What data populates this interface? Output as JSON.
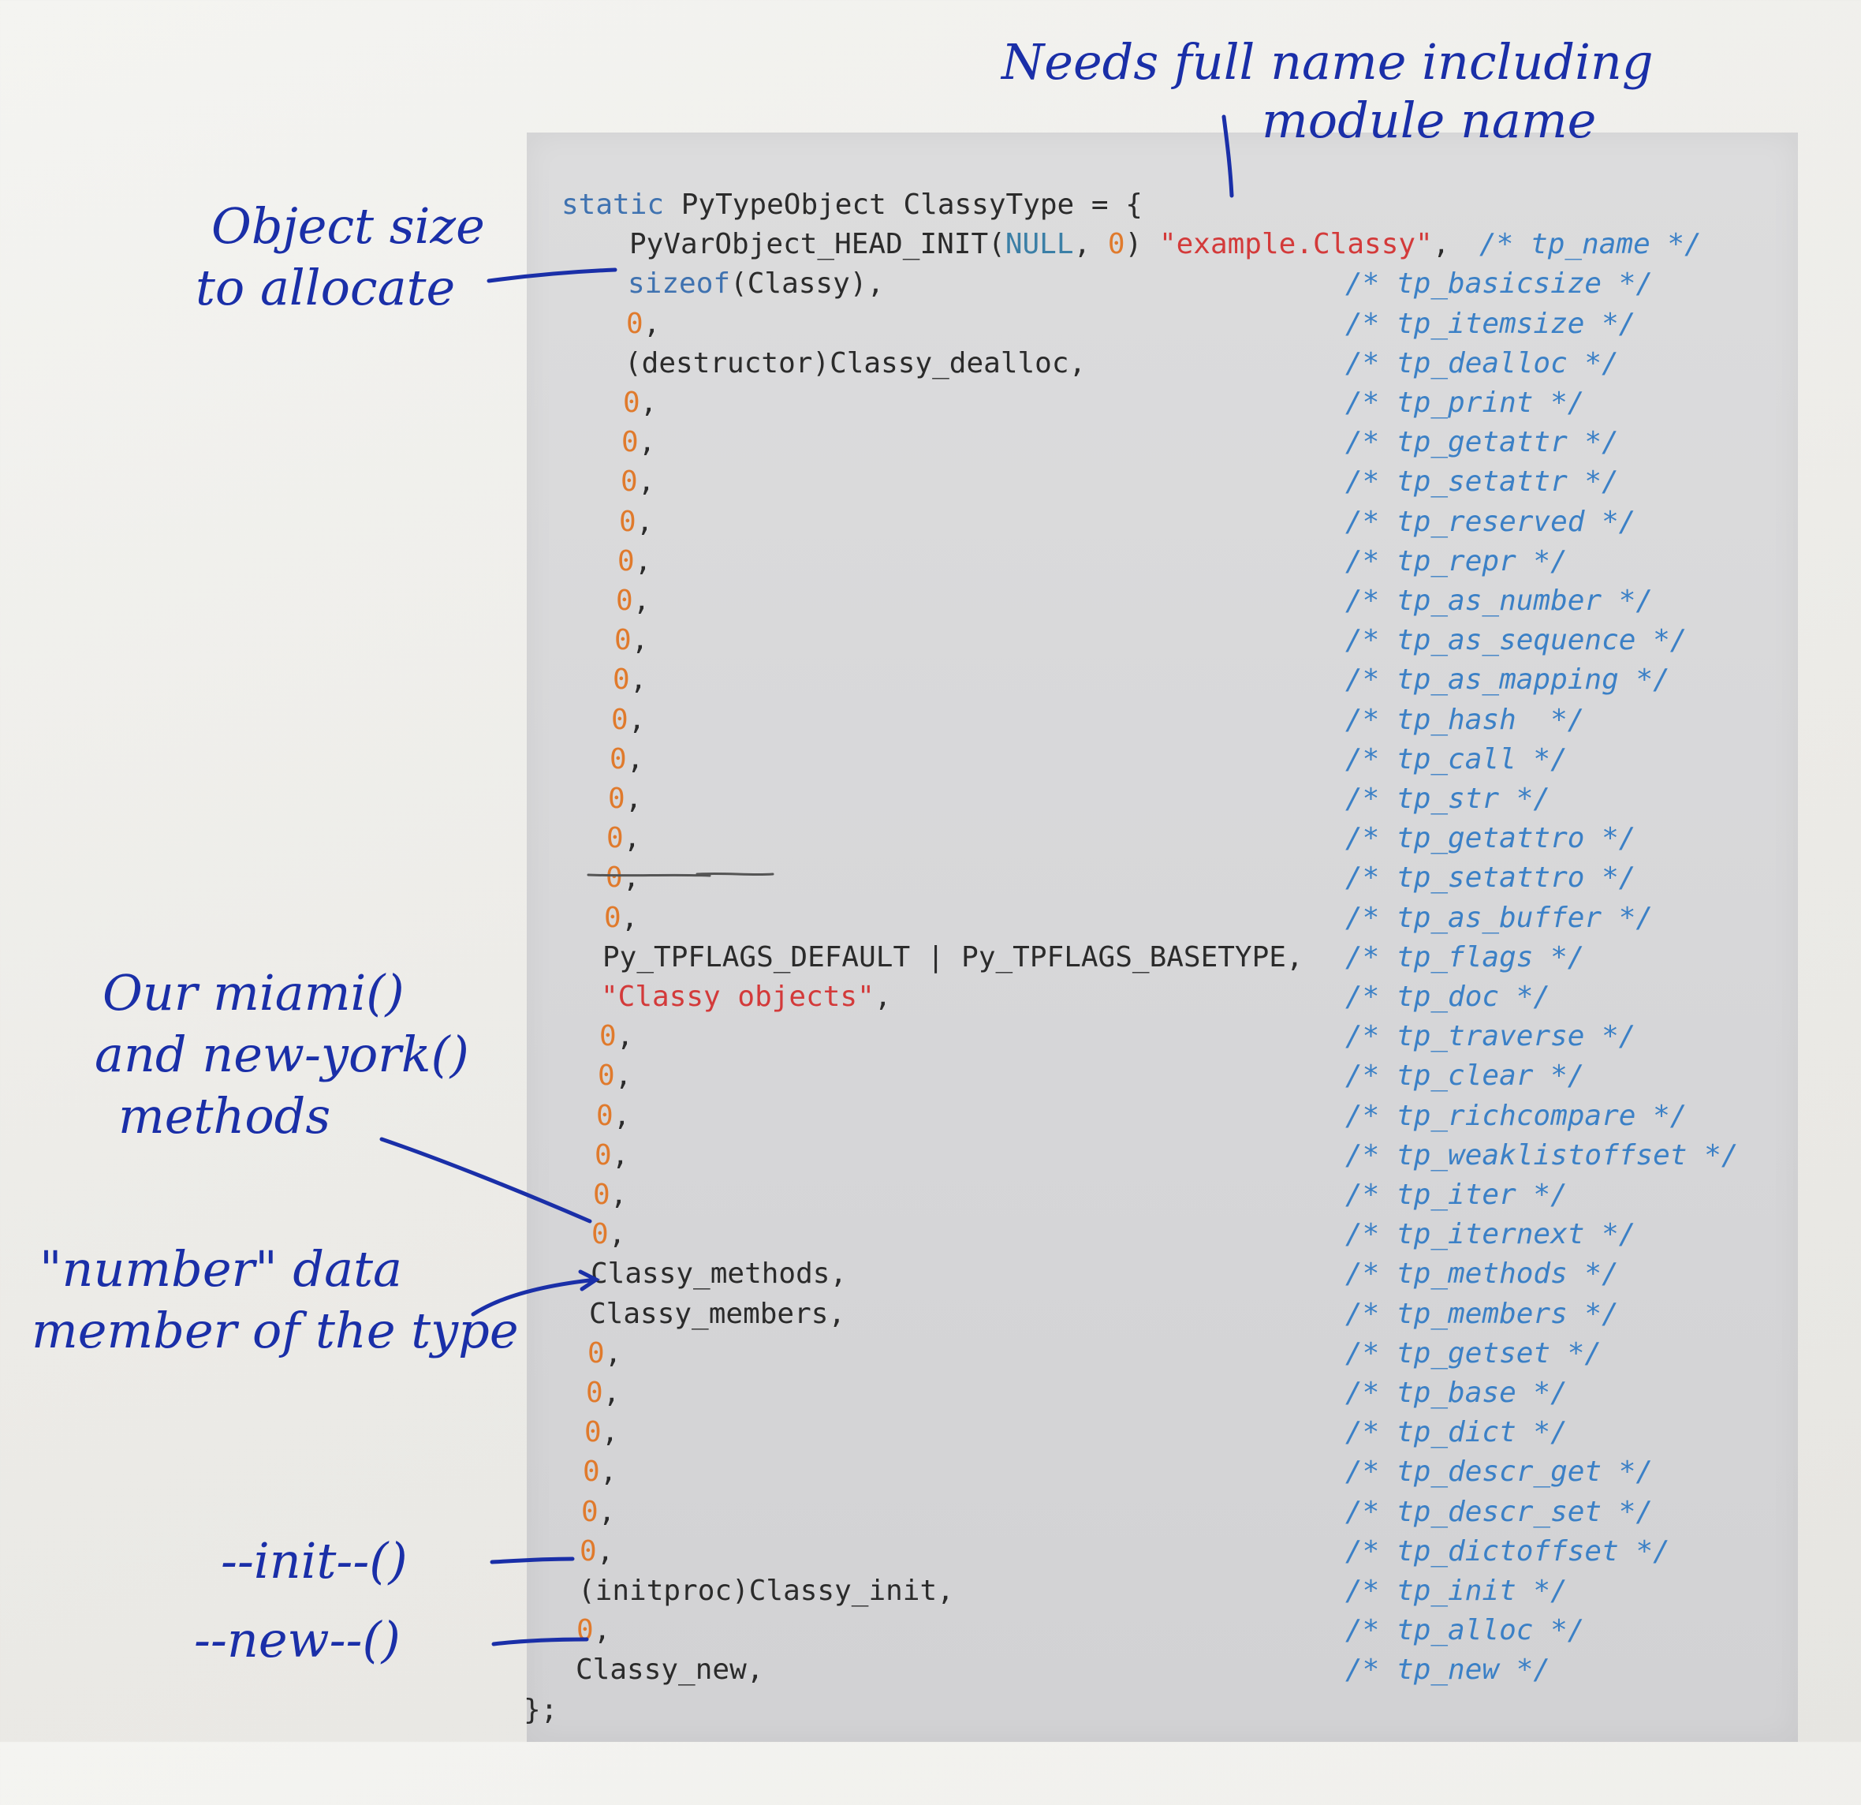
{
  "code": {
    "header": "static PyTypeObject ClassyType = {",
    "footer": "};",
    "rows": [
      {
        "text": "PyVarObject_HEAD_INIT(NULL, 0) \"example.Classy\",",
        "comment": "/* tp_name */"
      },
      {
        "text": "sizeof(Classy),",
        "comment": "/* tp_basicsize */"
      },
      {
        "text": "0,",
        "comment": "/* tp_itemsize */"
      },
      {
        "text": "(destructor)Classy_dealloc,",
        "comment": "/* tp_dealloc */"
      },
      {
        "text": "0,",
        "comment": "/* tp_print */"
      },
      {
        "text": "0,",
        "comment": "/* tp_getattr */"
      },
      {
        "text": "0,",
        "comment": "/* tp_setattr */"
      },
      {
        "text": "0,",
        "comment": "/* tp_reserved */"
      },
      {
        "text": "0,",
        "comment": "/* tp_repr */"
      },
      {
        "text": "0,",
        "comment": "/* tp_as_number */"
      },
      {
        "text": "0,",
        "comment": "/* tp_as_sequence */"
      },
      {
        "text": "0,",
        "comment": "/* tp_as_mapping */"
      },
      {
        "text": "0,",
        "comment": "/* tp_hash  */"
      },
      {
        "text": "0,",
        "comment": "/* tp_call */"
      },
      {
        "text": "0,",
        "comment": "/* tp_str */"
      },
      {
        "text": "0,",
        "comment": "/* tp_getattro */"
      },
      {
        "text": "0,",
        "comment": "/* tp_setattro */"
      },
      {
        "text": "0,",
        "comment": "/* tp_as_buffer */"
      },
      {
        "text": "Py_TPFLAGS_DEFAULT | Py_TPFLAGS_BASETYPE,",
        "comment": "/* tp_flags */"
      },
      {
        "text": "\"Classy objects\",",
        "comment": "/* tp_doc */"
      },
      {
        "text": "0,",
        "comment": "/* tp_traverse */"
      },
      {
        "text": "0,",
        "comment": "/* tp_clear */"
      },
      {
        "text": "0,",
        "comment": "/* tp_richcompare */"
      },
      {
        "text": "0,",
        "comment": "/* tp_weaklistoffset */"
      },
      {
        "text": "0,",
        "comment": "/* tp_iter */"
      },
      {
        "text": "0,",
        "comment": "/* tp_iternext */"
      },
      {
        "text": "Classy_methods,",
        "comment": "/* tp_methods */"
      },
      {
        "text": "Classy_members,",
        "comment": "/* tp_members */"
      },
      {
        "text": "0,",
        "comment": "/* tp_getset */"
      },
      {
        "text": "0,",
        "comment": "/* tp_base */"
      },
      {
        "text": "0,",
        "comment": "/* tp_dict */"
      },
      {
        "text": "0,",
        "comment": "/* tp_descr_get */"
      },
      {
        "text": "0,",
        "comment": "/* tp_descr_set */"
      },
      {
        "text": "0,",
        "comment": "/* tp_dictoffset */"
      },
      {
        "text": "(initproc)Classy_init,",
        "comment": "/* tp_init */"
      },
      {
        "text": "0,",
        "comment": "/* tp_alloc */"
      },
      {
        "text": "Classy_new,",
        "comment": "/* tp_new */"
      }
    ]
  },
  "annotations": {
    "module_name": [
      "Needs full name including",
      "module name"
    ],
    "object_size": [
      "Object size",
      "to allocate"
    ],
    "methods": [
      "Our miami()",
      "and new-york()",
      "methods"
    ],
    "members": [
      "\"number\" data",
      "member of the type"
    ],
    "init": "--init--()",
    "new": "--new--()"
  },
  "colors": {
    "ink": "#1a2fa8",
    "comment": "#3b80c6",
    "keyword": "#3f72b0",
    "number": "#e07a2c",
    "string": "#d33a3a"
  }
}
